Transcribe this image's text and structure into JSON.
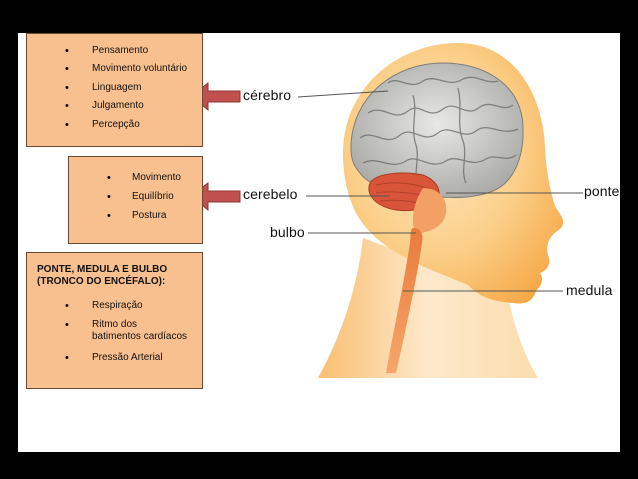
{
  "box_brain": {
    "items": [
      "Pensamento",
      "Movimento voluntário",
      "Linguagem",
      "Julgamento",
      "Percepção"
    ]
  },
  "box_cerebellum": {
    "items": [
      "Movimento",
      "Equilíbrio",
      "Postura"
    ]
  },
  "box_brainstem": {
    "title_line1": "PONTE, MEDULA E BULBO",
    "title_line2": "(TRONCO DO ENCÉFALO):",
    "items": [
      "Respiração",
      "Ritmo dos",
      "batimentos cardíacos",
      "Pressão Arterial"
    ]
  },
  "labels": {
    "cerebro": "cérebro",
    "cerebelo": "cerebelo",
    "bulbo": "bulbo",
    "ponte": "ponte",
    "medula": "medula"
  },
  "colors": {
    "box_fill": "#f9c08f",
    "arrow_fill": "#c0504d",
    "slide_bg": "#ffffff",
    "frame_bg": "#000000"
  }
}
